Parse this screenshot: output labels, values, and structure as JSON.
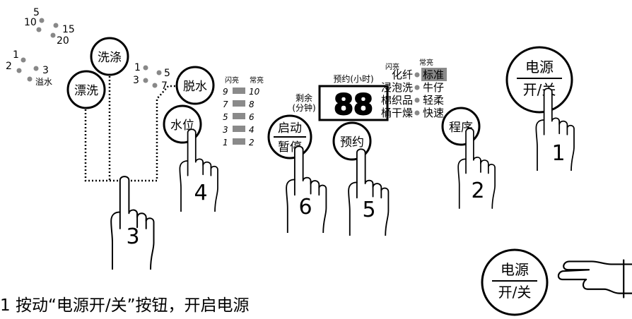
{
  "rinse_dial": {
    "values": [
      "1",
      "2",
      "3"
    ],
    "overflow_label": "溢水"
  },
  "wash_dial": {
    "values": [
      "5",
      "10",
      "15",
      "20"
    ]
  },
  "spin_dial": {
    "values": [
      "1",
      "3",
      "5",
      "7"
    ]
  },
  "water_level": {
    "header_flash": "闪亮",
    "header_steady": "常亮",
    "rows": [
      {
        "flash": "9",
        "steady": "10"
      },
      {
        "flash": "7",
        "steady": "8"
      },
      {
        "flash": "5",
        "steady": "6"
      },
      {
        "flash": "3",
        "steady": "4"
      },
      {
        "flash": "1",
        "steady": "2"
      }
    ]
  },
  "buttons": {
    "wash": "洗涤",
    "rinse": "漂洗",
    "spin": "脱水",
    "water_level": "水位",
    "start_top": "启动",
    "start_bottom": "暂停",
    "reserve": "预约",
    "program": "程序",
    "power_top": "电源",
    "power_bottom": "开/关"
  },
  "remaining": {
    "line1": "剩余",
    "line2": "(分钟)"
  },
  "reserve_display": {
    "label": "预约(小时)",
    "digits": "88"
  },
  "programs": {
    "header_flash": "闪亮",
    "header_steady": "常亮",
    "rows": [
      {
        "left": "化纤",
        "right": "标准",
        "highlight": true
      },
      {
        "left": "浸泡洗",
        "right": "牛仔",
        "highlight": false
      },
      {
        "left": "棉织品",
        "right": "轻柔",
        "highlight": false
      },
      {
        "left": "桶干燥",
        "right": "快速",
        "highlight": false
      }
    ]
  },
  "steps": [
    "1",
    "2",
    "3",
    "4",
    "5",
    "6"
  ],
  "instruction": "1 按动“电源开/关”按钮，开启电源",
  "zoom_button": {
    "top": "电源",
    "bottom": "开/关"
  },
  "colors": {
    "ink": "#000000",
    "indicator": "#8a8a8a",
    "highlight_bg": "#8a8a8a"
  }
}
